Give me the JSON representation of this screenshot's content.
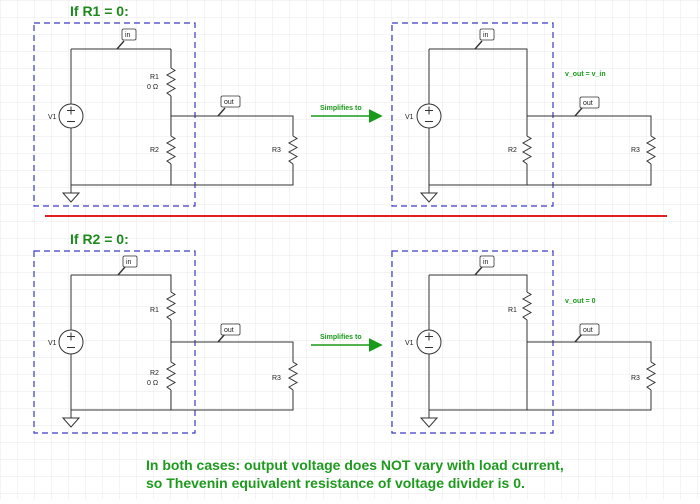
{
  "colors": {
    "heading": "#1e8a1e",
    "note": "#1a9a1a",
    "arrow": "#1a9a1a",
    "separator": "#e02020",
    "box": "#3b3bc4",
    "grid": "#e4e4e4",
    "wire": "#333333"
  },
  "icons": {
    "source": "dc-voltage-source-icon",
    "ground": "ground-icon",
    "resistor": "resistor-zigzag-icon",
    "probe": "net-probe-tag-icon",
    "arrow": "right-arrow-icon"
  },
  "sections": [
    {
      "heading": "If R1 = 0:",
      "arrow_label": "Simplifies to",
      "left": {
        "source": "V1",
        "tag_in": "in",
        "tag_out": "out",
        "r1": "R1",
        "r1_value": "0 Ω",
        "r2": "R2",
        "r2_value": "",
        "r3": "R3"
      },
      "right": {
        "source": "V1",
        "tag_in": "in",
        "tag_out": "out",
        "r_mid": "R2",
        "r3": "R3",
        "note": "v_out = v_in"
      }
    },
    {
      "heading": "If R2 = 0:",
      "arrow_label": "Simplifies to",
      "left": {
        "source": "V1",
        "tag_in": "in",
        "tag_out": "out",
        "r1": "R1",
        "r1_value": "",
        "r2": "R2",
        "r2_value": "0 Ω",
        "r3": "R3"
      },
      "right": {
        "source": "V1",
        "tag_in": "in",
        "tag_out": "out",
        "r_mid": "R1",
        "r3": "R3",
        "note": "v_out = 0"
      }
    }
  ],
  "summary": {
    "line1": "In both cases: output voltage does NOT vary with load current,",
    "line2": "so Thevenin equivalent resistance of voltage divider is 0."
  }
}
